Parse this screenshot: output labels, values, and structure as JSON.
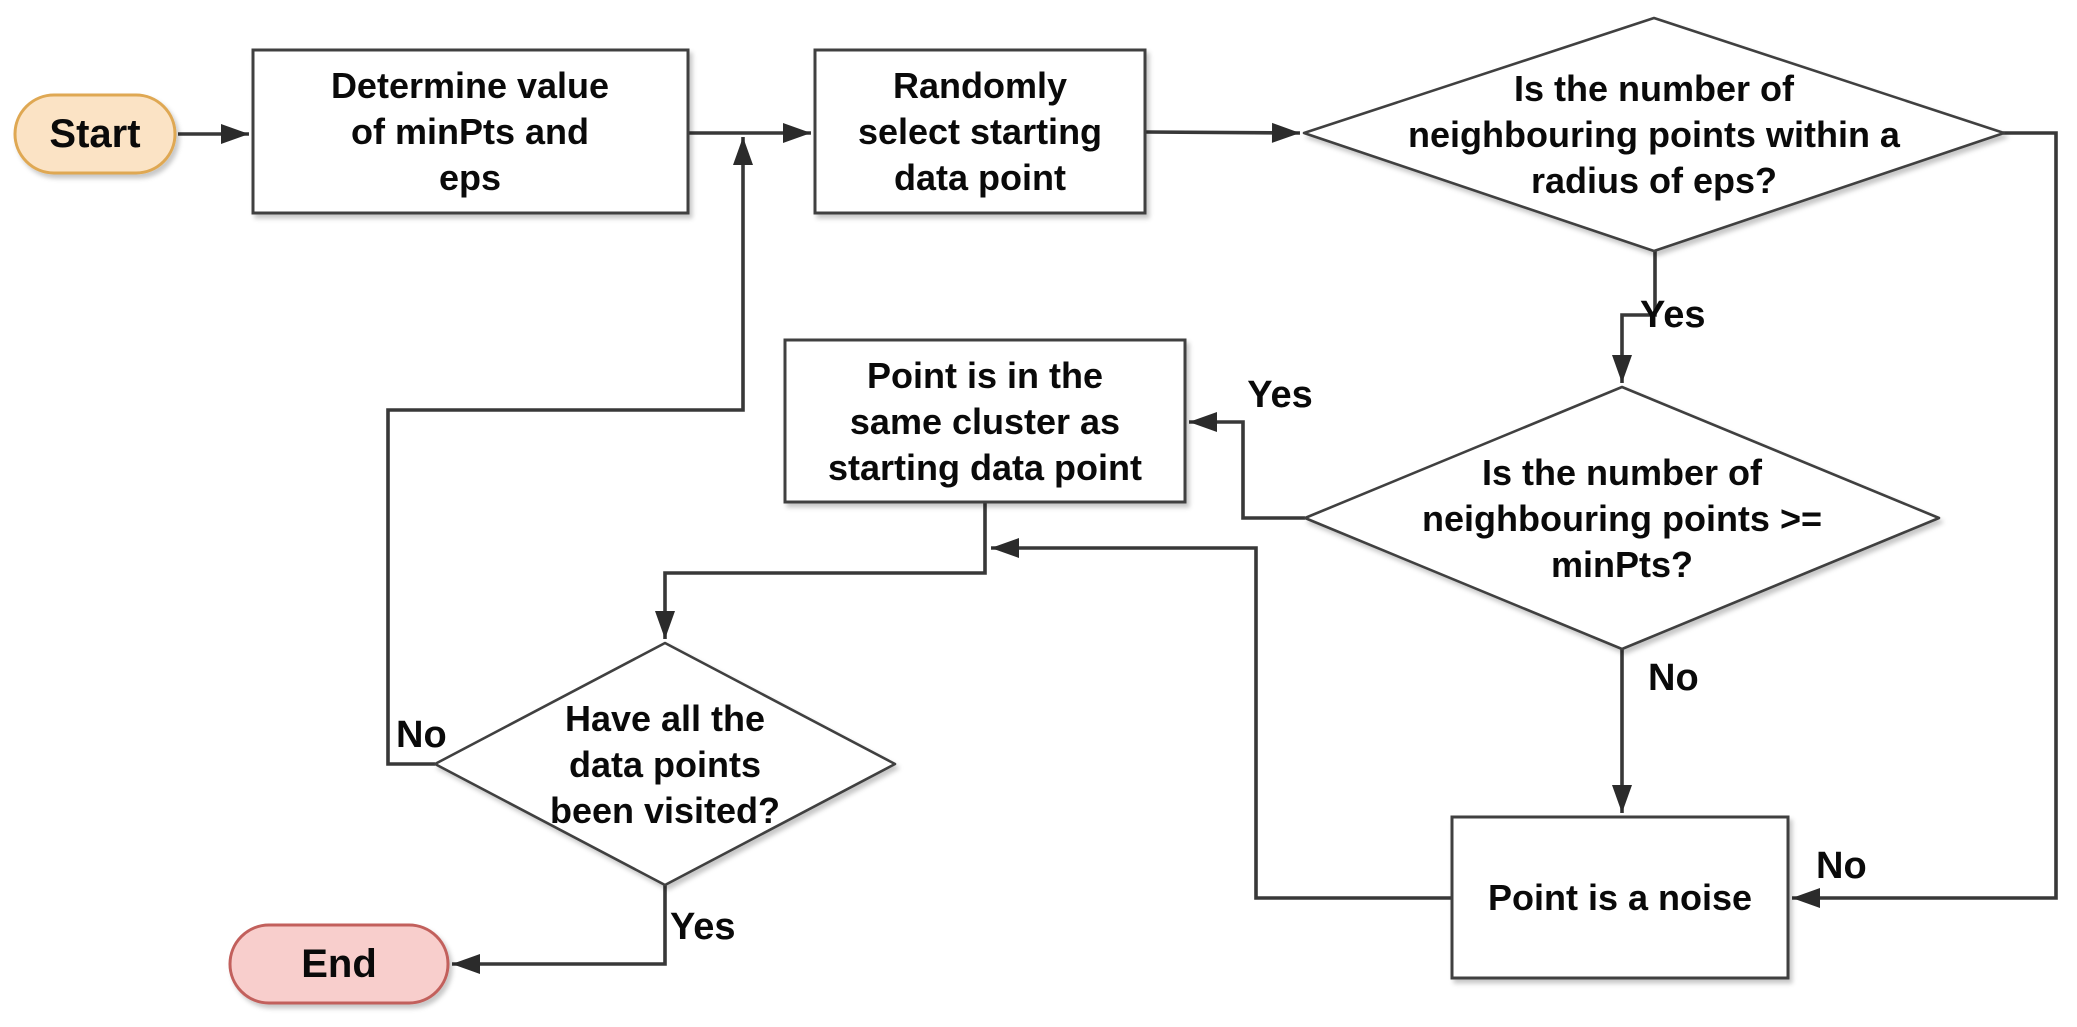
{
  "diagram": {
    "title_hint": "DBSCAN clustering algorithm flowchart",
    "colors": {
      "background": "#ffffff",
      "start_fill": "#fbe3c5",
      "start_stroke": "#dfa853",
      "end_fill": "#f8cecc",
      "end_stroke": "#c2605c",
      "shape_fill": "#ffffff",
      "shape_stroke": "#3f3f3f",
      "edge_stroke": "#383838",
      "text": "#0a0a0a"
    },
    "nodes": {
      "start": {
        "type": "terminator",
        "label": "Start"
      },
      "determine_params": {
        "type": "process",
        "lines": [
          "Determine value",
          "of minPts and",
          "eps"
        ]
      },
      "random_select": {
        "type": "process",
        "lines": [
          "Randomly",
          "select starting",
          "data point"
        ]
      },
      "eps_radius_decision": {
        "type": "decision",
        "lines": [
          "Is the number of",
          "neighbouring points within a",
          "radius of eps?"
        ]
      },
      "minpts_decision": {
        "type": "decision",
        "lines": [
          "Is the number of",
          "neighbouring points >=",
          "minPts?"
        ]
      },
      "same_cluster": {
        "type": "process",
        "lines": [
          "Point is in the",
          "same cluster as",
          "starting data point"
        ]
      },
      "noise": {
        "type": "process",
        "label": "Point is a noise"
      },
      "visited_decision": {
        "type": "decision",
        "lines": [
          "Have all the",
          "data points",
          "been visited?"
        ]
      },
      "end": {
        "type": "terminator",
        "label": "End"
      }
    },
    "edge_labels": {
      "eps_yes": "Yes",
      "eps_no": "No",
      "minpts_yes": "Yes",
      "minpts_no": "No",
      "visited_no": "No",
      "visited_yes": "Yes"
    }
  }
}
